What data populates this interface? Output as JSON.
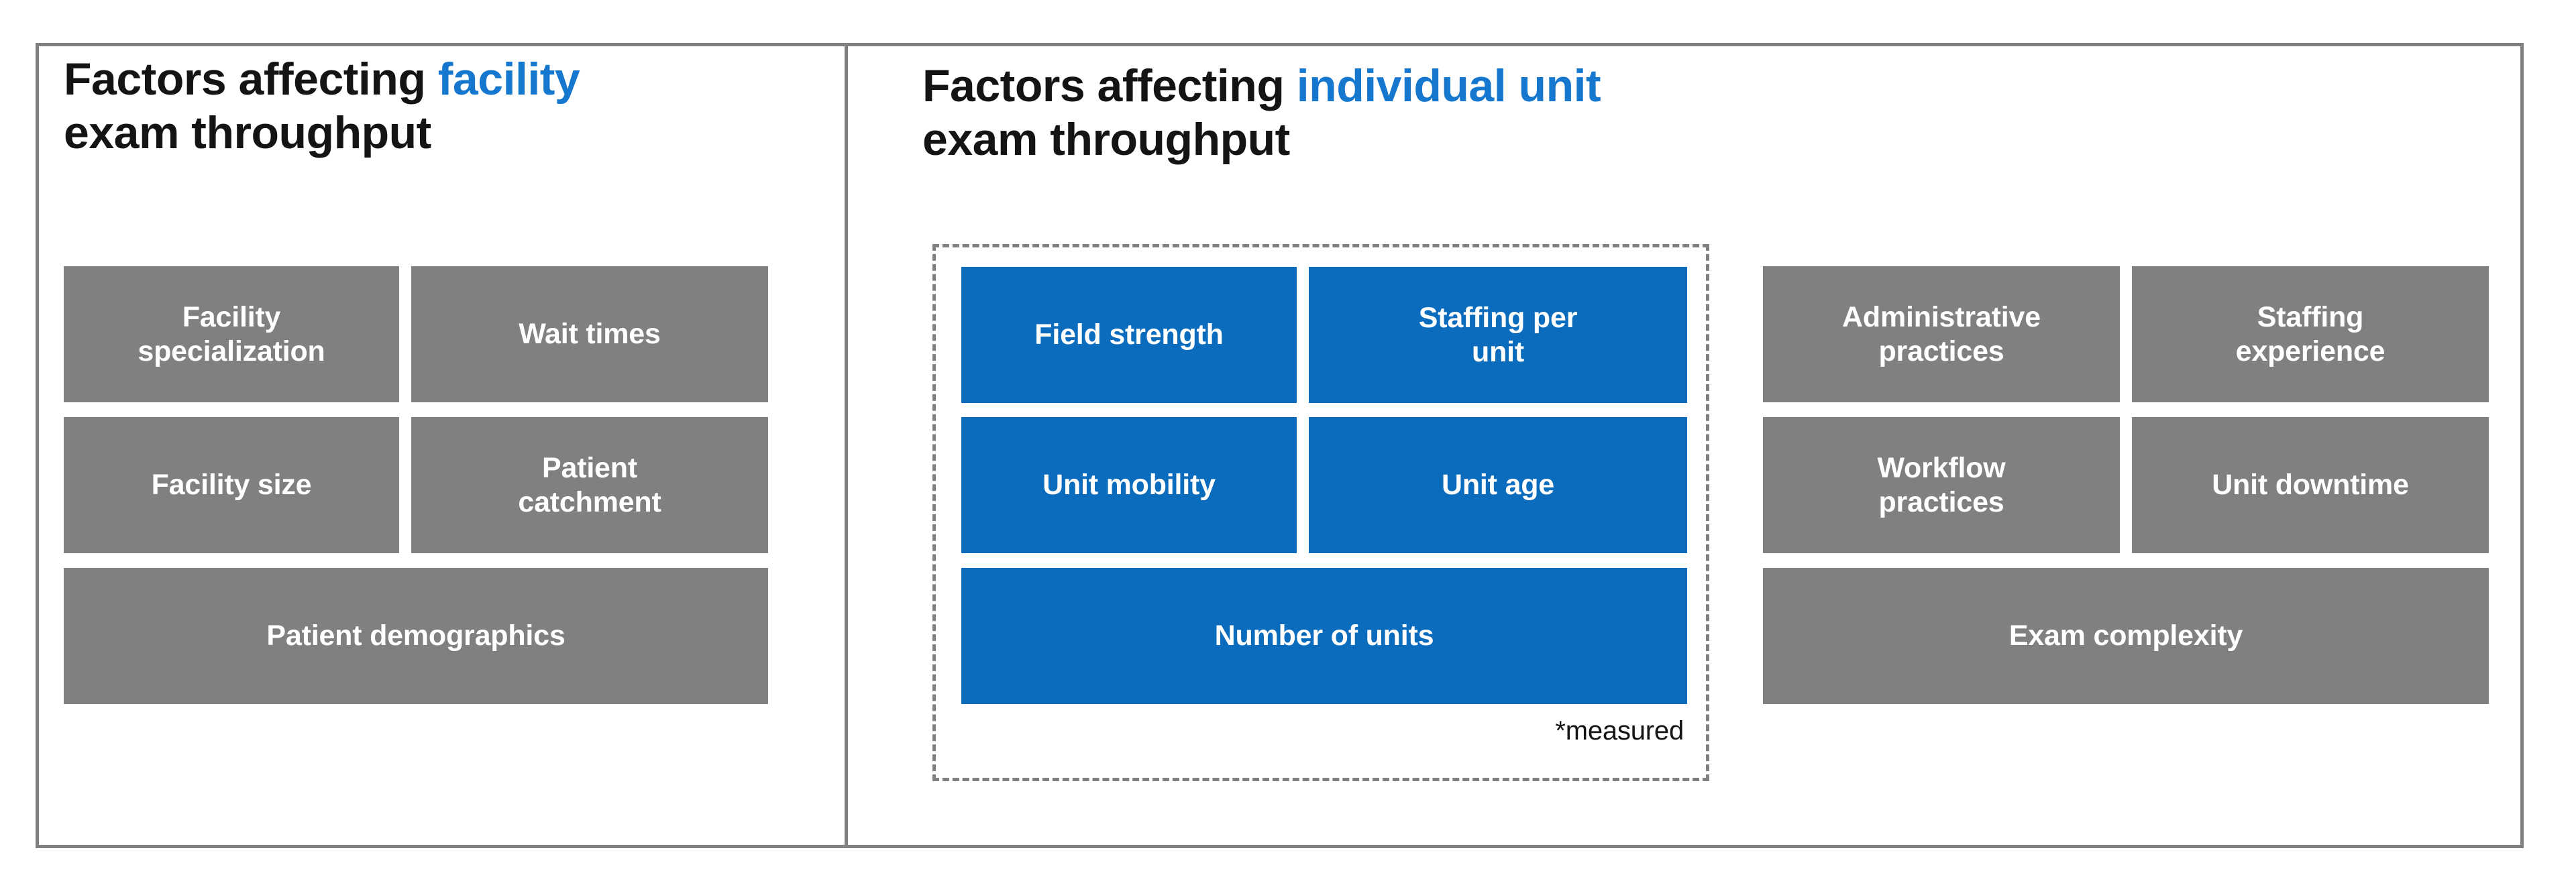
{
  "panels": [
    {
      "title": {
        "line1_prefix": "Factors affecting ",
        "line1_highlight": "facility",
        "line2": "exam throughput"
      },
      "boxes": [
        {
          "label": "Facility\nspecialization",
          "style": "gray"
        },
        {
          "label": "Wait times",
          "style": "gray"
        },
        {
          "label": "Facility size",
          "style": "gray"
        },
        {
          "label": "Patient\ncatchment",
          "style": "gray"
        },
        {
          "label": "Patient demographics",
          "style": "gray"
        }
      ]
    },
    {
      "title": {
        "line1_prefix": "Factors affecting ",
        "line1_highlight": "individual unit",
        "line2": "exam throughput"
      },
      "measured_group": {
        "note": "*measured",
        "boxes": [
          {
            "label": "Field strength",
            "style": "blue"
          },
          {
            "label": "Staffing per\nunit",
            "style": "blue"
          },
          {
            "label": "Unit mobility",
            "style": "blue"
          },
          {
            "label": "Unit age",
            "style": "blue"
          },
          {
            "label": "Number of units",
            "style": "blue"
          }
        ]
      },
      "boxes": [
        {
          "label": "Administrative\npractices",
          "style": "gray"
        },
        {
          "label": "Staffing\nexperience",
          "style": "gray"
        },
        {
          "label": "Workflow\npractices",
          "style": "gray"
        },
        {
          "label": "Unit downtime",
          "style": "gray"
        },
        {
          "label": "Exam complexity",
          "style": "gray"
        }
      ]
    }
  ],
  "colors": {
    "gray_box": "#808080",
    "blue_box": "#0b6cbd",
    "title_highlight": "#1577ce",
    "frame": "#7f7f7f",
    "box_text": "#ffffff",
    "title_text": "#141414"
  }
}
